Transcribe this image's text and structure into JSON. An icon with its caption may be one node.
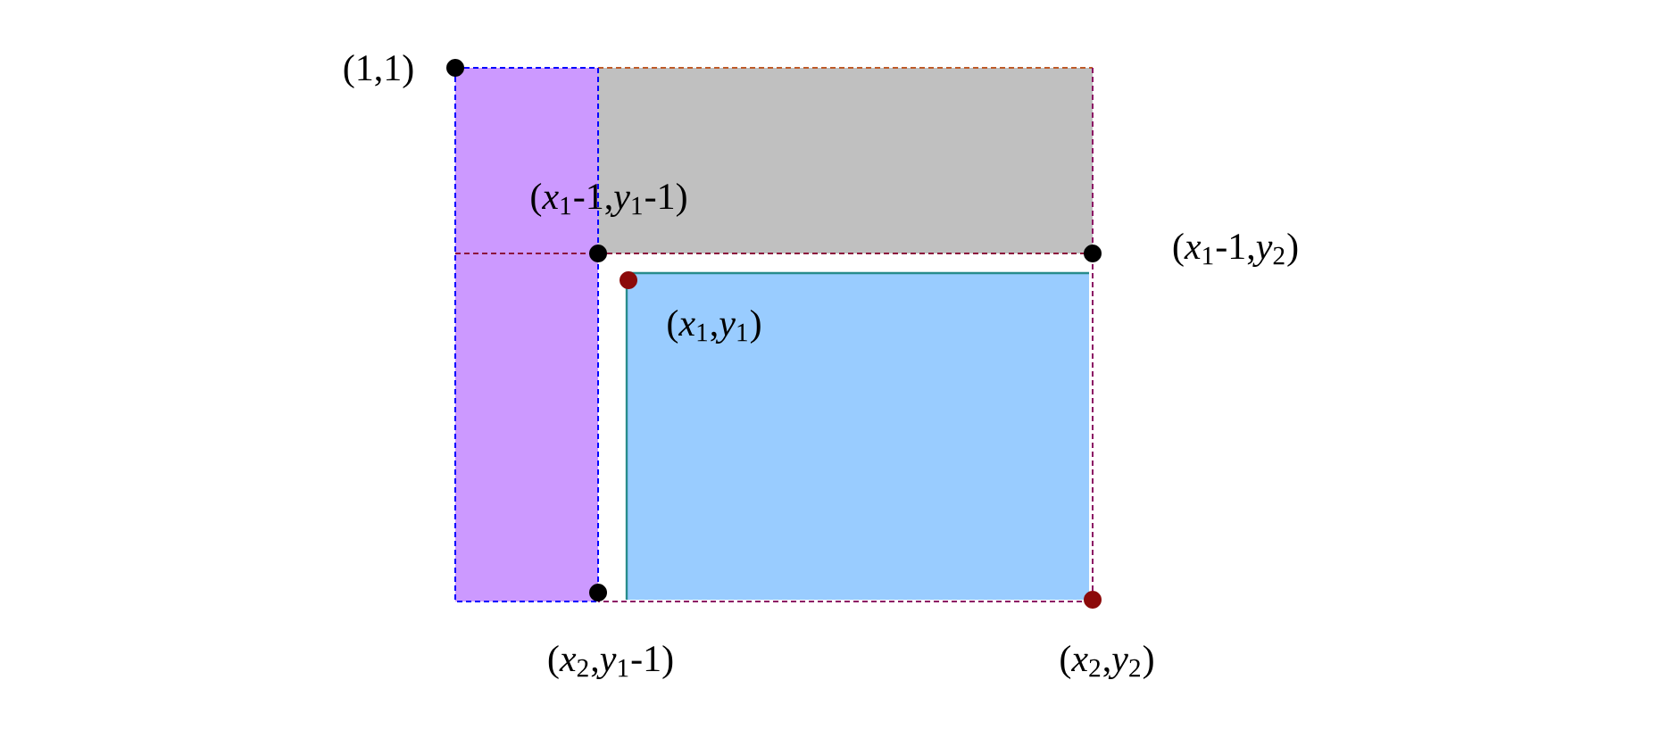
{
  "diagram": {
    "labels": [
      "(1,1)",
      "(*x*$_{1}$-1,*y*$_{1}$-1)",
      "(*x*$_{1}$-1,*y*$_{2}$)",
      "(*x*$_{1}$,*y*$_{1}$)",
      "(*x*$_{2}$,*y*$_{1}$-1)",
      "(*x*$_{2}$,*y*$_{2}$)"
    ]
  }
}
